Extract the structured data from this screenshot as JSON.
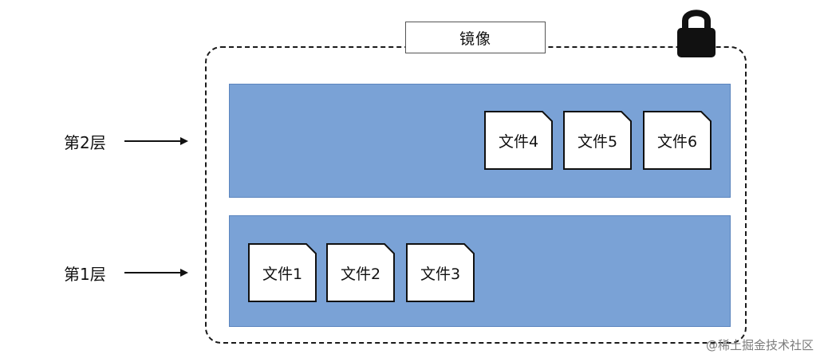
{
  "diagram": {
    "image_label": "镜像",
    "layers": [
      {
        "label": "第2层",
        "files": [
          "文件4",
          "文件5",
          "文件6"
        ]
      },
      {
        "label": "第1层",
        "files": [
          "文件1",
          "文件2",
          "文件3"
        ]
      }
    ],
    "watermark": "@稀土掘金技术社区",
    "colors": {
      "layer_fill": "#7aa2d6",
      "file_fill": "#ffffff",
      "border": "#1a1a1a"
    },
    "icons": [
      "lock-icon",
      "arrow-right-icon"
    ]
  }
}
